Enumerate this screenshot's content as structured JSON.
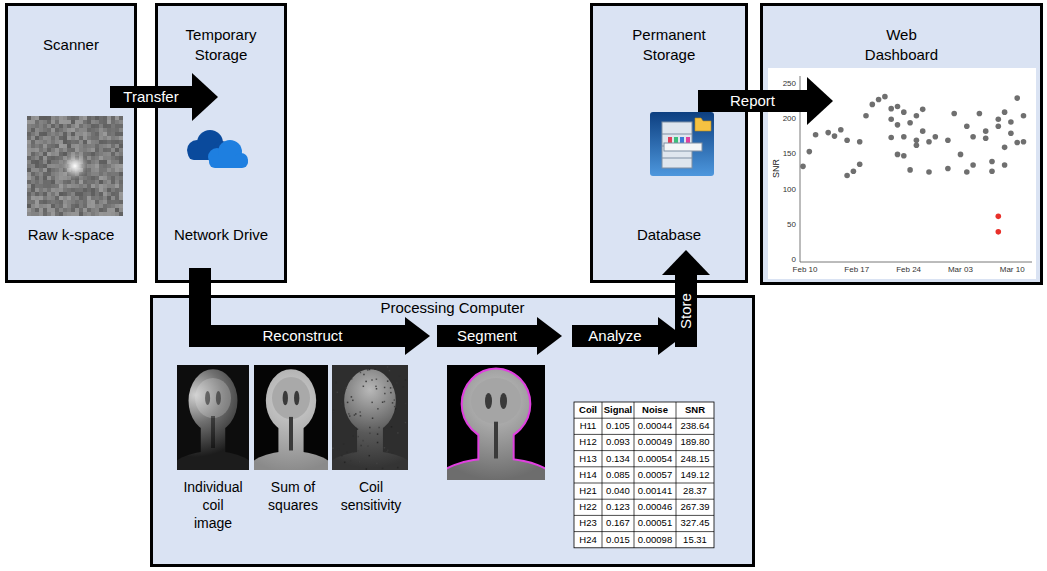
{
  "diagram": {
    "nodes": [
      {
        "text": [
          "Scanner",
          "Raw k-space"
        ]
      },
      {
        "text": [
          "Temporary Storage",
          "Network Drive"
        ]
      },
      {
        "text": [
          "Permanent Storage",
          "Database"
        ]
      },
      {
        "text": [
          "Web Dashboard"
        ]
      },
      {
        "text": [
          "Processing Computer"
        ]
      }
    ],
    "edges": [
      {
        "from": 0,
        "to": 1,
        "label": "Transfer",
        "arrow": "to"
      },
      {
        "from": 1,
        "to": 4,
        "label": "Reconstruct",
        "arrow": "to"
      },
      {
        "from": 4,
        "to": 2,
        "label": "Store",
        "arrow": "to"
      },
      {
        "from": 2,
        "to": 3,
        "label": "Report",
        "arrow": "to"
      }
    ],
    "labels": [
      "Segment",
      "Analyze",
      "Individual coil image",
      "Sum of squares",
      "Coil sensitivity",
      "Coil",
      "Signal",
      "Noise",
      "SNR",
      "H11",
      "0.105",
      "0.00044",
      "238.64",
      "H12",
      "0.093",
      "0.00049",
      "189.80",
      "H13",
      "0.134",
      "0.00054",
      "248.15",
      "H14",
      "0.085",
      "0.00057",
      "149.12",
      "H21",
      "0.040",
      "0.00141",
      "28.37",
      "H22",
      "0.123",
      "0.00046",
      "267.39",
      "H23",
      "0.167",
      "0.00051",
      "327.45",
      "H24",
      "0.015",
      "0.00098",
      "15.31",
      "SNR",
      "250",
      "200",
      "150",
      "100",
      "50",
      "0",
      "Feb 10",
      "Feb 17",
      "Feb 24",
      "Mar 03",
      "Mar 10"
    ]
  }
}
